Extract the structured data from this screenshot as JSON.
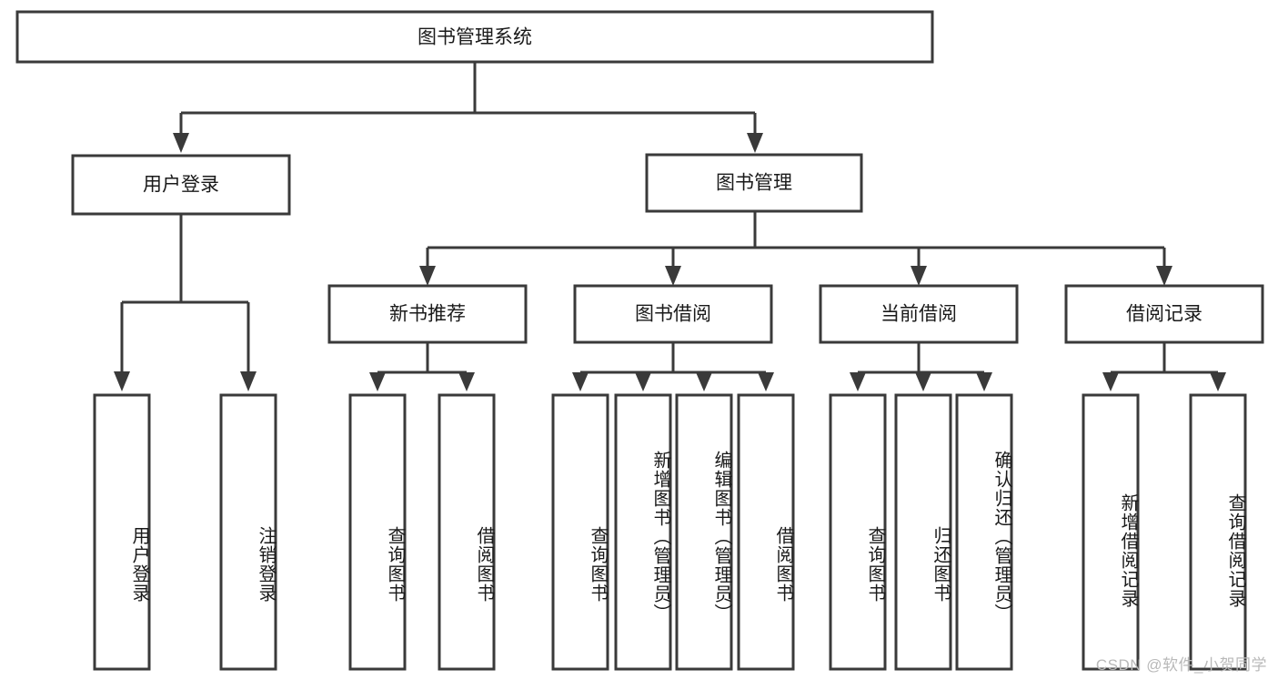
{
  "diagram": {
    "type": "tree-hierarchy-chart",
    "title": "图书管理系统",
    "watermark": "CSDN @软件_小贺同学",
    "colors": {
      "stroke": "#3a3a3a",
      "fill": "#ffffff",
      "text": "#1a1a1a",
      "watermark": "#b9b9b9"
    },
    "levels": [
      {
        "level": 1,
        "nodes": [
          {
            "id": "root",
            "label": "图书管理系统",
            "orientation": "horizontal"
          }
        ]
      },
      {
        "level": 2,
        "nodes": [
          {
            "id": "user-login",
            "label": "用户登录",
            "orientation": "horizontal",
            "parent": "root"
          },
          {
            "id": "book-manage",
            "label": "图书管理",
            "orientation": "horizontal",
            "parent": "root"
          }
        ]
      },
      {
        "level": 3,
        "nodes": [
          {
            "id": "new-book-rec",
            "label": "新书推荐",
            "orientation": "horizontal",
            "parent": "book-manage"
          },
          {
            "id": "book-borrow",
            "label": "图书借阅",
            "orientation": "horizontal",
            "parent": "book-manage"
          },
          {
            "id": "current-borrow",
            "label": "当前借阅",
            "orientation": "horizontal",
            "parent": "book-manage"
          },
          {
            "id": "borrow-record",
            "label": "借阅记录",
            "orientation": "horizontal",
            "parent": "book-manage"
          }
        ]
      },
      {
        "level": 4,
        "nodes": [
          {
            "id": "leaf-1",
            "label": "用户登录",
            "orientation": "vertical",
            "parent": "user-login"
          },
          {
            "id": "leaf-2",
            "label": "注销登录",
            "orientation": "vertical",
            "parent": "user-login"
          },
          {
            "id": "leaf-3",
            "label": "查询图书",
            "orientation": "vertical",
            "parent": "new-book-rec"
          },
          {
            "id": "leaf-4",
            "label": "借阅图书",
            "orientation": "vertical",
            "parent": "new-book-rec"
          },
          {
            "id": "leaf-5",
            "label": "查询图书",
            "orientation": "vertical",
            "parent": "book-borrow"
          },
          {
            "id": "leaf-6",
            "label": "新增图书（管理员）",
            "orientation": "vertical",
            "parent": "book-borrow"
          },
          {
            "id": "leaf-7",
            "label": "编辑图书（管理员）",
            "orientation": "vertical",
            "parent": "book-borrow"
          },
          {
            "id": "leaf-8",
            "label": "借阅图书",
            "orientation": "vertical",
            "parent": "book-borrow"
          },
          {
            "id": "leaf-9",
            "label": "查询图书",
            "orientation": "vertical",
            "parent": "current-borrow"
          },
          {
            "id": "leaf-10",
            "label": "归还图书",
            "orientation": "vertical",
            "parent": "current-borrow"
          },
          {
            "id": "leaf-11",
            "label": "确认归还（管理员）",
            "orientation": "vertical",
            "parent": "current-borrow"
          },
          {
            "id": "leaf-12",
            "label": "新增借阅记录",
            "orientation": "vertical",
            "parent": "borrow-record"
          },
          {
            "id": "leaf-13",
            "label": "查询借阅记录",
            "orientation": "vertical",
            "parent": "borrow-record"
          }
        ]
      }
    ]
  }
}
